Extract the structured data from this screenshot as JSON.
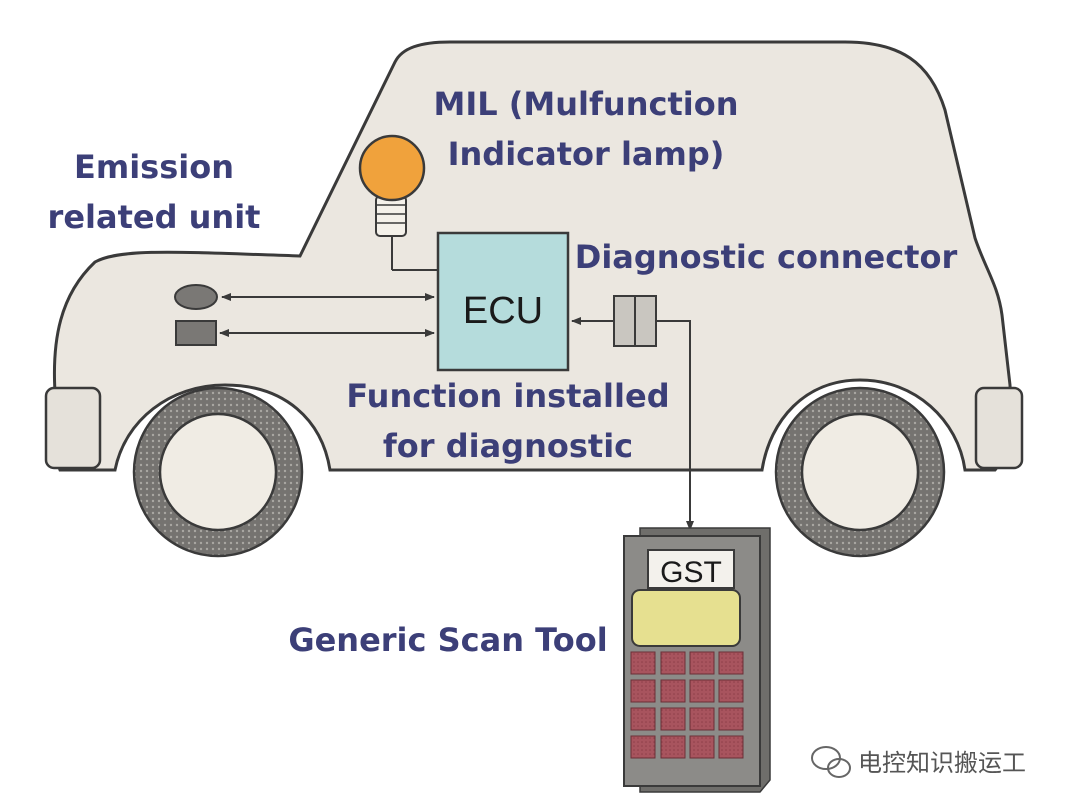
{
  "labels": {
    "emission_line1": "Emission",
    "emission_line2": "related unit",
    "mil_line1": "MIL (Mulfunction",
    "mil_line2": "Indicator lamp)",
    "connector": "Diagnostic connector",
    "function_line1": "Function installed",
    "function_line2": "for diagnostic",
    "scan_tool": "Generic Scan Tool"
  },
  "ecu": {
    "label": "ECU"
  },
  "gst": {
    "label": "GST"
  },
  "watermark": {
    "text": "电控知识搬运工"
  },
  "colors": {
    "car_body": "#ebe7e0",
    "outline": "#3a3a3a",
    "label_text": "#3c3f78",
    "ecu_fill": "#b5dcdc",
    "lamp_fill": "#f0a23c",
    "tire": "#757370",
    "gst_body": "#8c8b88",
    "gst_screen": "#e6e090",
    "gst_keys": "#a8545e"
  },
  "icons": [
    "lamp-icon",
    "sensor-icon",
    "actuator-icon",
    "connector-icon",
    "wechat-icon"
  ]
}
